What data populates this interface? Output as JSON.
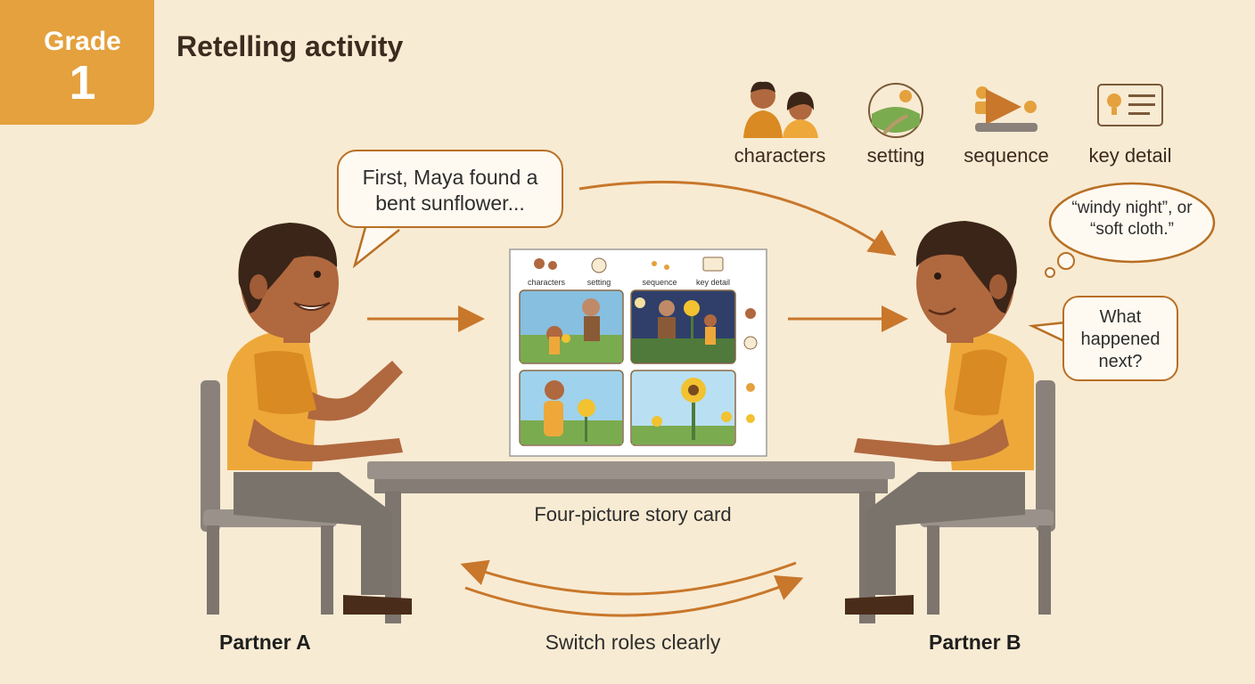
{
  "header": {
    "grade_word": "Grade",
    "grade_number": "1",
    "title": "Retelling activity"
  },
  "legend": [
    {
      "label": "characters",
      "icon": "characters-icon"
    },
    {
      "label": "setting",
      "icon": "setting-icon"
    },
    {
      "label": "sequence",
      "icon": "sequence-icon"
    },
    {
      "label": "key detail",
      "icon": "key-detail-icon"
    }
  ],
  "bubbles": {
    "partner_a_speech": "First, Maya found a bent sunflower...",
    "partner_b_thought": "“windy night”, or “soft cloth.”",
    "partner_b_speech": "What happened next?"
  },
  "card": {
    "caption": "Four-picture story card",
    "mini_labels": [
      "characters",
      "setting",
      "sequence",
      "key detail"
    ]
  },
  "partners": {
    "a": "Partner A",
    "b": "Partner B"
  },
  "switch_label": "Switch roles clearly",
  "colors": {
    "accent": "#e4a13d",
    "arrow": "#c8772b",
    "background": "#f8ebd3",
    "shirt": "#eea83a",
    "skin": "#b0683f",
    "hair": "#3b2518"
  }
}
